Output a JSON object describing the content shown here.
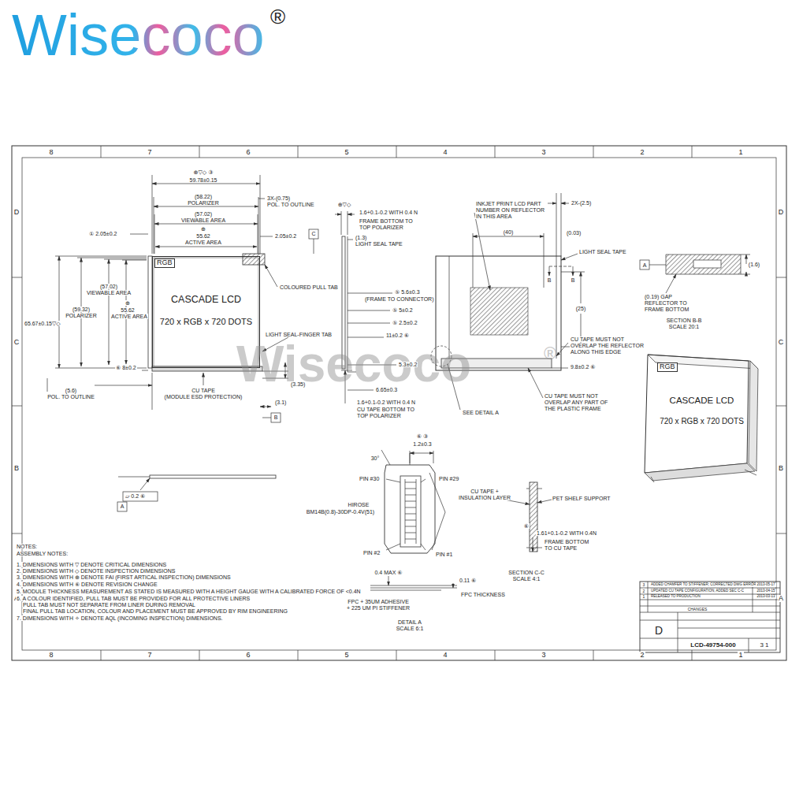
{
  "diagram": {
    "nodes": [
      {
        "text": [
          "CASCADE LCD",
          "720 x RGB x 720 DOTS"
        ]
      },
      {
        "text": [
          "RGB"
        ],
        "in": 0
      },
      {
        "text": [
          "CASCADE LCD",
          "720 x RGB x 720 DOTS"
        ]
      },
      {
        "text": [
          "RGB"
        ],
        "in": 2
      }
    ],
    "labels": [
      "Wisecoco",
      "®",
      "8",
      "7",
      "6",
      "5",
      "4",
      "3",
      "2",
      "1",
      "8",
      "7",
      "6",
      "5",
      "4",
      "3",
      "2",
      "1",
      "D",
      "C",
      "B",
      "A",
      "D",
      "C",
      "B",
      "A",
      "⊕▽◇ ③",
      "59.78±0.15",
      "(58.22)",
      "POLARIZER",
      "(57.02)",
      "VIEWABLE AREA",
      "⊕",
      "55.62",
      "ACTIVE AREA",
      "3X-(0.75)",
      "POL. TO OUTLINE",
      "① 2.05±0.2",
      "2.05±0.2",
      "C",
      "COLOURED PULL TAB",
      "(57.02)",
      "VIEWABLE AREA",
      "(59.32)",
      "POLARIZER",
      "⊕",
      "55.62",
      "ACTIVE AREA",
      "65.67±0.15▽◇",
      "⑥ 8±0.2",
      "(5.6)",
      "POL. TO OUTLINE",
      "CU TAPE",
      "(MODULE ESD PROTECTION)",
      "LIGHT SEAL-FINGER TAB",
      "(3.35)",
      "(3.1)",
      "B",
      "⊕▽◇",
      "1.6+0.1-0.2 WITH 0.4 N",
      "FRAME BOTTOM TO",
      "TOP POLARIZER",
      "(1.3)",
      "LIGHT SEAL TAPE",
      "⑤ 5.6±0.3",
      "(FRAME TO CONNECTOR)",
      "⑤ 5±0.2",
      "⑤ 2.5±0.2",
      "11±0.2 ⑥",
      "5.3±0.2",
      "6.65±0.3",
      "1.6+0.1-0.2 WITH 0.4 N",
      "CU TAPE BOTTOM TO",
      "TOP POLARIZER",
      "INKJET PRINT LCD PART",
      "NUMBER ON REFLECTOR",
      "IN THIS AREA",
      "2X-(2.5)",
      "(40)",
      "(0.03)",
      "LIGHT SEAL TAPE",
      "B",
      "B",
      "(25)",
      "CU TAPE MUST NOT",
      "OVERLAP THE REFLECTOR",
      "ALONG THIS EDGE",
      "9.8±0.2 ⑥",
      "CU TAPE MUST NOT",
      "OVERLAP ANY PART OF",
      "THE PLASTIC FRAME",
      "SEE DETAIL A",
      "A",
      "(1.6)",
      "(0.19) GAP",
      "REFLECTOR TO",
      "FRAME BOTTOM",
      "SECTION B-B",
      "SCALE 20:1",
      "⑥ ③",
      "1.2±0.3",
      "30°",
      "PIN #30",
      "PIN #29",
      "HIROSE",
      "BM14B(0.8)-30DP-0.4V(51)",
      "PIN #2",
      "PIN #1",
      "0.4 MAX ⑥",
      "FPC + 35UM ADHESIVE",
      "+ 225 UM PI STIFFENER",
      "0.11 ⑥",
      "FPC THICKNESS",
      "DETAIL A",
      "SCALE 6:1",
      "CU TAPE +",
      "INSULATION LAYER",
      "PET SHELF SUPPORT",
      "⑥",
      "1.61+0.1-0.2 WITH 0.4N",
      "FRAME BOTTOM",
      "TO CU TAPE",
      "SECTION C-C",
      "SCALE 4:1",
      "▱ 0.2 ⑥",
      "A",
      "NOTES:",
      "ASSEMBLY NOTES:",
      "1. DIMENSIONS WITH ▽ DENOTE CRITICAL DIMENSIONS",
      "2. DIMENSIONS WITH ◇ DENOTE INSPECTION DIMENSIONS",
      "3. DIMENSIONS WITH ⊕ DENOTE FAI (FIRST ARTICAL INSPECTION) DIMENSIONS",
      "4. DIMENSIONS WITH ⑥ DENOTE REVISION CHANGE",
      "5. MODULE THICKNESS MEASUREMENT AS STATED IS MEASURED WITH A HEIGHT GAUGE WITH A CALIBRATED FORCE OF <0.4N",
      "6. A COLOUR IDENTIFIED, PULL TAB MUST BE PROVIDED FOR ALL PROTECTIVE LINERS",
      "PULL TAB MUST NOT SEPARATE FROM LINER DURING REMOVAL",
      "FINAL PULL TAB LOCATION, COLOUR AND PLACEMENT MUST BE APPROVED BY RIM ENGINEERING",
      "7. DIMENSIONS WITH ✧ DENOTE AQL (INCOMING INSPECTION) DIMENSIONS.",
      "3",
      "ADDED CHAMFER TO STIFFENER; CORRECTED DWG ERROR",
      "2",
      "UPDATED CU TAPE CONFIGURATION, ADDED SEC C-C",
      "1",
      "RELEASED TO PRODUCTION",
      "CHANGES",
      "LCD-49754-000",
      "D",
      "3 1",
      "2013-05-17",
      "2013-04-15",
      "2013-03-13",
      "Wisecoco",
      "®"
    ]
  }
}
